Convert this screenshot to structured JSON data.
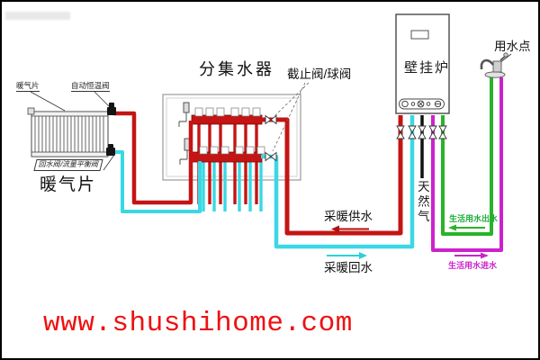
{
  "diagram": {
    "website": "www.shushihome.com",
    "labels": {
      "radiator_small": "暖气片",
      "auto_thermostat_valve": "自动恒温阀",
      "return_flow_balance_valve": "回水阀/流量平衡阀",
      "radiator_large": "暖气片",
      "manifold_title": "分集水器",
      "stop_ball_valve": "截止阀/球阀",
      "boiler_title": "壁挂炉",
      "natural_gas": "天然气",
      "water_point": "用水点",
      "heating_supply": "采暖供水",
      "heating_return": "采暖回水",
      "domestic_water_out": "生活用水出水",
      "domestic_water_in": "生活用水进水"
    },
    "colors": {
      "heating_supply_pipe": "#c41414",
      "heating_return_pipe": "#3ad8e4",
      "domestic_out_pipe": "#28b428",
      "domestic_in_pipe": "#cc22cc",
      "gas_pipe": "#111111",
      "website_text": "#ee1111"
    }
  }
}
